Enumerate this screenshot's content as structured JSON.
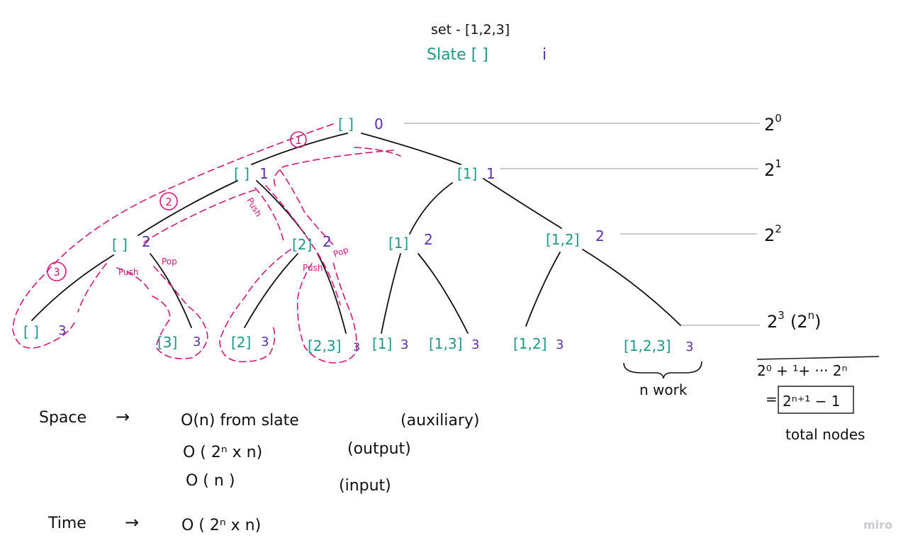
{
  "header": {
    "set_label": "set - [1,2,3]",
    "slate_label": "Slate [ ]",
    "index_label": "i"
  },
  "tree": {
    "root": {
      "slate": "[ ]",
      "i": "0"
    },
    "level1": [
      {
        "slate": "[ ]",
        "i": "1"
      },
      {
        "slate": "[1]",
        "i": "1"
      }
    ],
    "level2": [
      {
        "slate": "[ ]",
        "i": "2"
      },
      {
        "slate": "[2]",
        "i": "2"
      },
      {
        "slate": "[1]",
        "i": "2"
      },
      {
        "slate": "[1,2]",
        "i": "2"
      }
    ],
    "level3": [
      {
        "slate": "[ ]",
        "i": "3"
      },
      {
        "slate": "[3]",
        "i": "3"
      },
      {
        "slate": "[2]",
        "i": "3"
      },
      {
        "slate": "[2,3]",
        "i": "3"
      },
      {
        "slate": "[1]",
        "i": "3"
      },
      {
        "slate": "[1,3]",
        "i": "3"
      },
      {
        "slate": "[1,2]",
        "i": "3"
      },
      {
        "slate": "[1,2,3]",
        "i": "3"
      }
    ]
  },
  "levels": {
    "l0": {
      "base": "2",
      "exp": "0"
    },
    "l1": {
      "base": "2",
      "exp": "1"
    },
    "l2": {
      "base": "2",
      "exp": "2"
    },
    "l3": {
      "base": "2",
      "exp": "3",
      "paren_pre": "(2",
      "paren_exp": "n",
      "paren_post": ")"
    }
  },
  "sum": {
    "line1": "2⁰ + ¹+ ··· 2ⁿ",
    "eq": "=",
    "result": "2ⁿ⁺¹ − 1",
    "caption": "total nodes"
  },
  "leaf_brace_label": "n work",
  "annotations": {
    "step1": "1",
    "step2": "2",
    "step3": "3",
    "push1": "Push",
    "push2": "Push",
    "push3": "Push",
    "pop1": "Pop",
    "pop2": "Pop"
  },
  "complexity": {
    "space_label": "Space",
    "arrow": "→",
    "space1": "O(n) from slate",
    "space1_note": "(auxiliary)",
    "space2": "O ( 2ⁿ x n)",
    "space2_note": "(output)",
    "space3": "O ( n )",
    "space3_note": "(input)",
    "time_label": "Time",
    "time_arrow": "→",
    "time_value": "O ( 2ⁿ x n)"
  },
  "watermark": "miro",
  "colors": {
    "teal": "#1a9a86",
    "purple": "#5a2fa8",
    "magenta": "#d1177a",
    "ink": "#111111",
    "guide": "#9a9a9a"
  }
}
